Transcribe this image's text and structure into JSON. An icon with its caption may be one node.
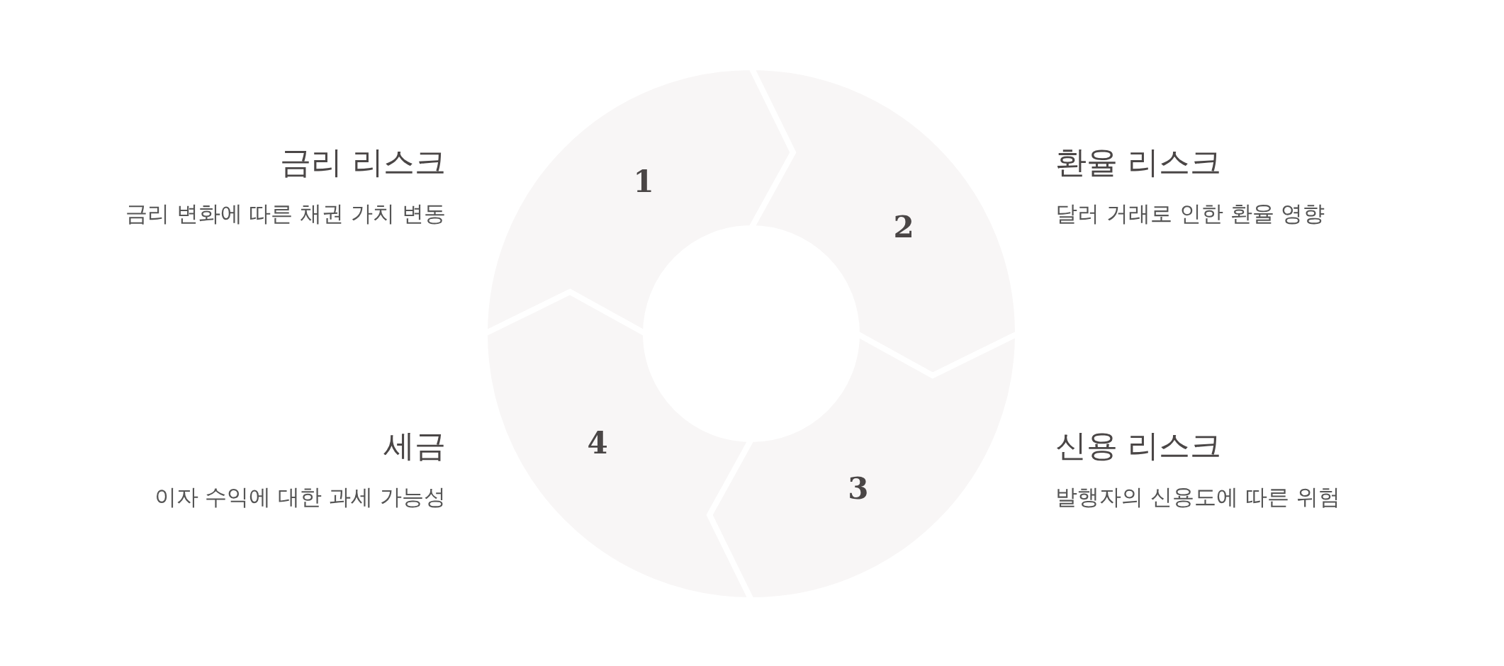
{
  "diagram": {
    "nodes": [
      {
        "text": [
          "1"
        ],
        "beside": [
          "금리 리스크",
          "금리 변화에 따른 채권 가치 변동"
        ]
      },
      {
        "text": [
          "2"
        ],
        "beside": [
          "환율 리스크",
          "달러 거래로 인한 환율 영향"
        ]
      },
      {
        "text": [
          "3"
        ],
        "beside": [
          "신용 리스크",
          "발행자의 신용도에 따른 위험"
        ]
      },
      {
        "text": [
          "4"
        ],
        "beside": [
          "세금",
          "이자 수익에 대한 과세 가능성"
        ]
      }
    ]
  }
}
